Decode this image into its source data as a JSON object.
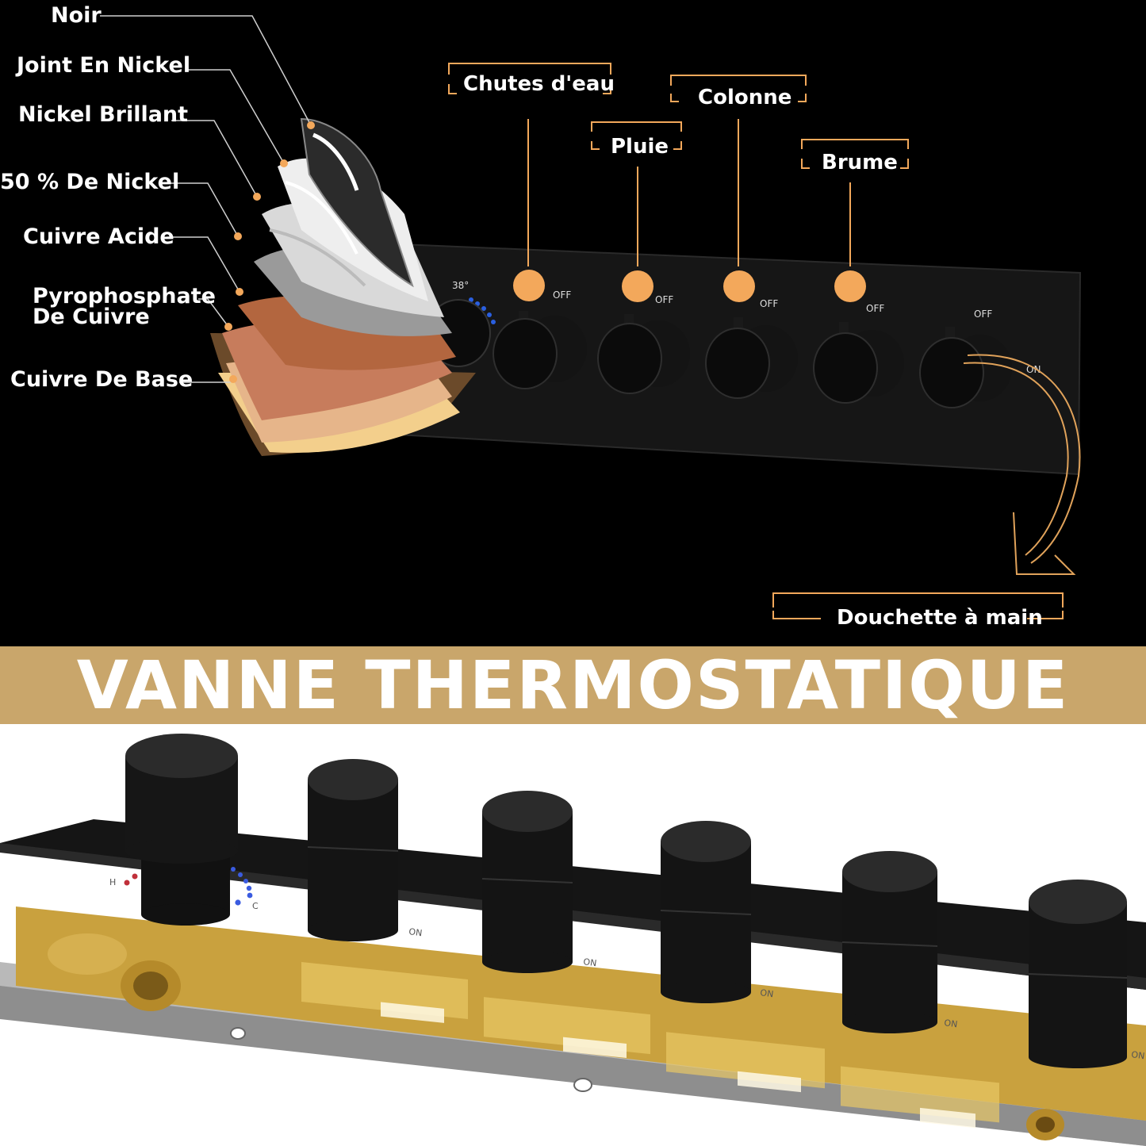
{
  "layers": {
    "noir": "Noir",
    "joint_en_nickel": "Joint En Nickel",
    "nickel_brillant": "Nickel Brillant",
    "nickel_50": "50 % De Nickel",
    "cuivre_acide": "Cuivre Acide",
    "pyrophosphate_line1": "Pyrophosphate",
    "pyrophosphate_line2": "De Cuivre",
    "cuivre_de_base": "Cuivre De Base"
  },
  "functions": {
    "chutes_deau": "Chutes d'eau",
    "pluie": "Pluie",
    "colonne": "Colonne",
    "brume": "Brume",
    "douchette": "Douchette à main"
  },
  "panel_marks": {
    "temperature": "38°",
    "off": "OFF",
    "on": "ON",
    "hot": "H",
    "cold": "C"
  },
  "banner": {
    "title": "VANNE THERMOSTATIQUE"
  },
  "colors": {
    "accent": "#f3a85b",
    "banner": "#c9a66b",
    "background": "#000000",
    "brass": "#c9a13e"
  }
}
